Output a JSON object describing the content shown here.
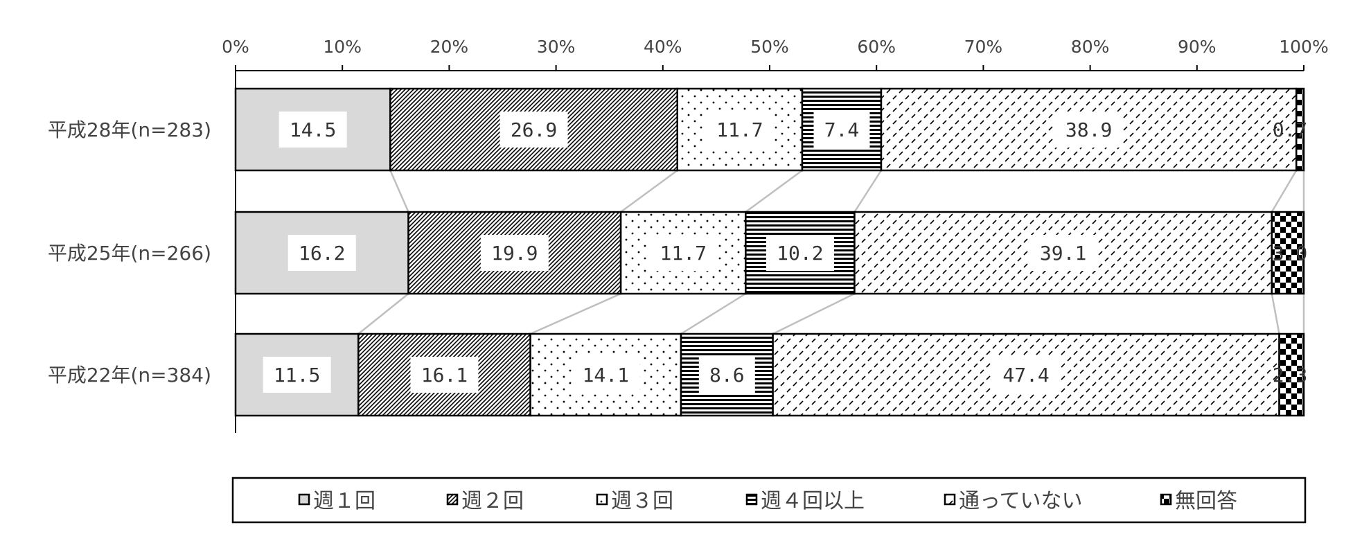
{
  "chart_data": {
    "type": "bar",
    "orientation": "horizontal",
    "stacked": "percent",
    "xlim": [
      0,
      100
    ],
    "x_ticks": [
      "0%",
      "10%",
      "20%",
      "30%",
      "40%",
      "50%",
      "60%",
      "70%",
      "80%",
      "90%",
      "100%"
    ],
    "axis_position": "top",
    "legend_position": "bottom",
    "categories": [
      "平成28年(n=283)",
      "平成25年(n=266)",
      "平成22年(n=384)"
    ],
    "series": [
      {
        "name": "週１回",
        "values": [
          14.5,
          16.2,
          11.5
        ],
        "labels": [
          "14.5",
          "16.2",
          "11.5"
        ],
        "pattern": "solid-gray"
      },
      {
        "name": "週２回",
        "values": [
          26.9,
          19.9,
          16.1
        ],
        "labels": [
          "26.9",
          "19.9",
          "16.1"
        ],
        "pattern": "diagonal-dense"
      },
      {
        "name": "週３回",
        "values": [
          11.7,
          11.7,
          14.1
        ],
        "labels": [
          "11.7",
          "11.7",
          "14.1"
        ],
        "pattern": "dots"
      },
      {
        "name": "週４回以上",
        "values": [
          7.4,
          10.2,
          8.6
        ],
        "labels": [
          "7.4",
          "10.2",
          "8.6"
        ],
        "pattern": "horizontal-lines"
      },
      {
        "name": "通っていない",
        "values": [
          38.9,
          39.1,
          47.4
        ],
        "labels": [
          "38.9",
          "39.1",
          "47.4"
        ],
        "pattern": "dashes"
      },
      {
        "name": "無回答",
        "values": [
          0.7,
          3.0,
          2.3
        ],
        "labels": [
          "0.7",
          "3.0",
          "2.3"
        ],
        "pattern": "checker"
      }
    ],
    "series_lines": true,
    "colors": {
      "gray_fill": "#d9d9d9",
      "ink": "#000000",
      "connector": "#bfbfbf",
      "text": "#444444"
    }
  }
}
